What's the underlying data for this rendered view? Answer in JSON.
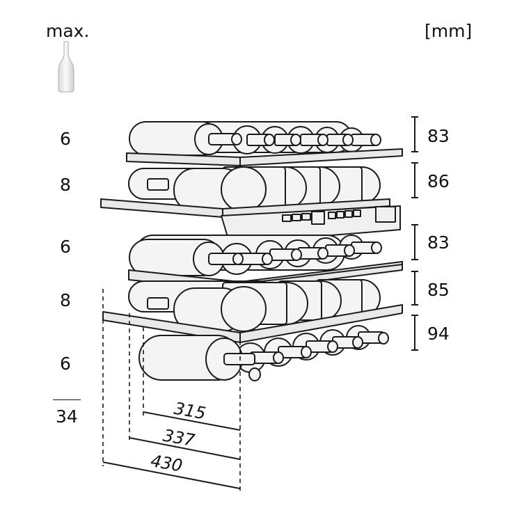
{
  "header": {
    "max_label": "max.",
    "unit_label": "[mm]"
  },
  "shelf_bottle_counts": [
    "6",
    "8",
    "6",
    "8",
    "6"
  ],
  "total_bottles": "34",
  "shelf_heights_mm": [
    "83",
    "86",
    "83",
    "85",
    "94"
  ],
  "depth_dimensions_mm": [
    "315",
    "337",
    "430"
  ],
  "colors": {
    "line": "#1a1a1a",
    "bottle_fill": "#f4f4f4",
    "shelf_fill": "#e9e9e9"
  }
}
